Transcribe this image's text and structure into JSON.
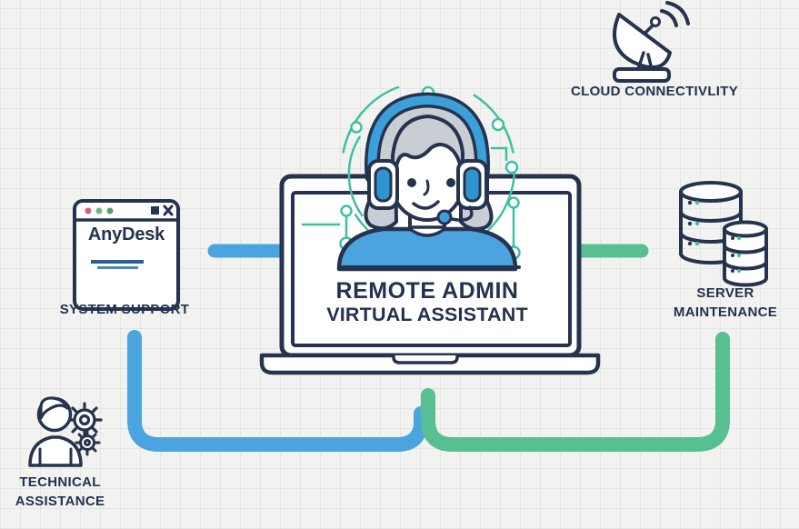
{
  "title": "Remote Admin Virtual Assistant infographic",
  "screen": {
    "title": "REMOTE ADMIN",
    "subtitle": "VIRTUAL ASSISTANT"
  },
  "window": {
    "app_name": "AnyDesk"
  },
  "labels": {
    "system_support": "SYSTEM SUPPORT",
    "cloud_connectivity": "CLOUD CONNECTIVLITY",
    "server_maintenance": "SERVER MAINTENANCE",
    "technical_assistance": "TECHNICAL ASSISTANCE"
  },
  "icons": {
    "system_support": "anydesk-browser-window-icon",
    "cloud_connectivity": "satellite-dish-icon",
    "server_maintenance": "server-stack-icon",
    "technical_assistance": "person-with-gears-icon",
    "center": "support-agent-headset-laptop-illustration"
  },
  "colors": {
    "connector_blue": "#4AA5DE",
    "connector_green": "#57BF92",
    "circuit_teal": "#3FC0A1",
    "outline_navy": "#26334F",
    "text_navy": "#233250",
    "headset_blue": "#3BA0DA",
    "earcup_blue": "#2F93CE",
    "shirt_blue": "#4BA4DD",
    "hair_gray": "#C9CED5",
    "window_dot_red": "#D5606D",
    "window_dot_green": "#6FB57E",
    "underline_dark_blue": "#2B6094",
    "underline_light_blue": "#4A86B8",
    "background": "#F2F3F1"
  }
}
